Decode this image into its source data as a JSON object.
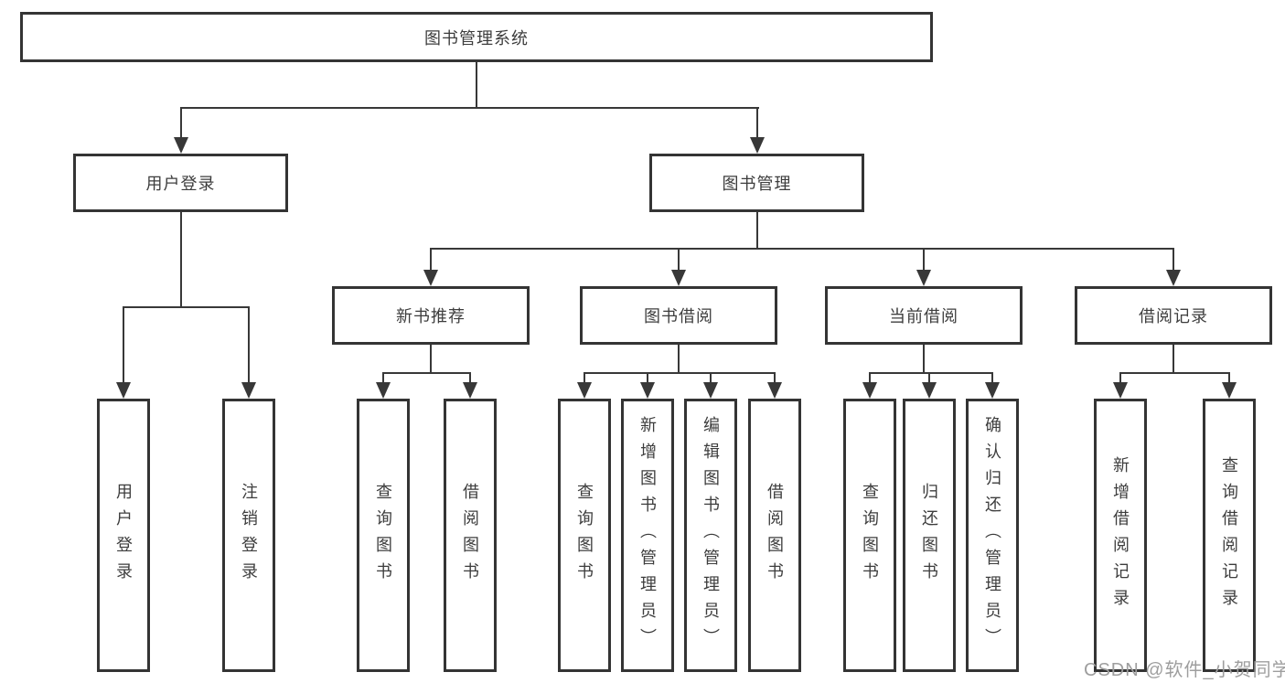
{
  "title": "图书管理系统",
  "colors": {
    "line": "#383838",
    "box_border": "#343434",
    "text": "#3d3d3d",
    "watermark": "#9e9e9e",
    "background": "#ffffff"
  },
  "watermark": "CSDN @软件_小贺同学",
  "nodes": {
    "root": "图书管理系统",
    "user_login": "用户登录",
    "book_management": "图书管理",
    "new_book_recommend": "新书推荐",
    "book_borrowing": "图书借阅",
    "current_borrowing": "当前借阅",
    "borrowing_records": "借阅记录",
    "leaf_user_login": "用户登录",
    "leaf_logout": "注销登录",
    "leaf_query_books_a": "查询图书",
    "leaf_borrow_books_a": "借阅图书",
    "leaf_query_books_b": "查询图书",
    "leaf_add_books": "新增图书（管理员）",
    "leaf_edit_books": "编辑图书（管理员）",
    "leaf_borrow_books_b": "借阅图书",
    "leaf_query_books_c": "查询图书",
    "leaf_return_books": "归还图书",
    "leaf_confirm_return": "确认归还（管理员）",
    "leaf_add_borrow_record": "新增借阅记录",
    "leaf_query_borrow_record": "查询借阅记录"
  },
  "hierarchy": {
    "图书管理系统": {
      "用户登录": [
        "用户登录",
        "注销登录"
      ],
      "图书管理": {
        "新书推荐": [
          "查询图书",
          "借阅图书"
        ],
        "图书借阅": [
          "查询图书",
          "新增图书（管理员）",
          "编辑图书（管理员）",
          "借阅图书"
        ],
        "当前借阅": [
          "查询图书",
          "归还图书",
          "确认归还（管理员）"
        ],
        "借阅记录": [
          "新增借阅记录",
          "查询借阅记录"
        ]
      }
    }
  }
}
